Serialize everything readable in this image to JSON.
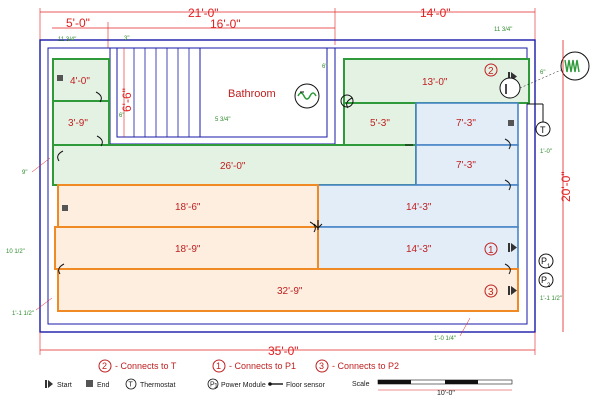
{
  "dimensions": {
    "top_5ft": "5'-0\"",
    "top_21ft": "21'-0\"",
    "top_16ft": "16'-0\"",
    "top_14ft": "14'-0\"",
    "stairs_6ft6": "6'-6\"",
    "right_20ft": "20'-0\"",
    "bottom_35ft": "35'-0\""
  },
  "small_dims": {
    "d_11_3_4_left": "11 3/4\"",
    "d_3": "3\"",
    "d_11_3_4_right": "11 3/4\"",
    "d_6_top": "6\"",
    "d_6_right": "6\"",
    "d_6_left": "6\"",
    "d_5_3_4": "5 3/4\"",
    "d_9": "9\"",
    "d_1_0_right": "1'-0\"",
    "d_10_1_2": "10 1/2\"",
    "d_1_1_2": "1'-1 1/2\"",
    "d_1_1_2_right": "1'-1 1/2\"",
    "d_1_0_1_4": "1'-0 1/4\""
  },
  "rooms": {
    "bathroom": "Bathroom"
  },
  "panels": {
    "p4_0": "4'-0\"",
    "p13_0": "13'-0\"",
    "p3_9": "3'-9\"",
    "p5_3": "5'-3\"",
    "p7_3a": "7'-3\"",
    "p26_0": "26'-0\"",
    "p7_3b": "7'-3\"",
    "p18_6": "18'-6\"",
    "p14_3a": "14'-3\"",
    "p18_9": "18'-9\"",
    "p14_3b": "14'-3\"",
    "p32_9": "32'-9\""
  },
  "circuit_numbers": {
    "c2": "2",
    "c1": "1",
    "c3": "3"
  },
  "symbols": {
    "thermostat": "T",
    "p1_letter": "P",
    "p1_sub": "1",
    "p2_letter": "P",
    "p2_sub": "2"
  },
  "legend": {
    "t_num": "2",
    "t_text": "- Connects to T",
    "p1_num": "1",
    "p1_text": "- Connects to P1",
    "p2_num": "3",
    "p2_text": "- Connects to P2",
    "start": "Start",
    "end": "End",
    "thermostat_sym": "T",
    "thermostat": "Thermostat",
    "power_sym": "P",
    "power_sub": "1",
    "power": "Power Module",
    "sensor": "Floor sensor",
    "scale": "Scale",
    "scale_len": "10'-0\""
  },
  "colors": {
    "wall": "#1a1aa8",
    "dim_red": "#e02020",
    "green_panel": "#2e9a3a",
    "green_fill": "#e4f2e4",
    "blue_panel": "#4a86c8",
    "blue_fill": "#e2edf8",
    "orange_panel": "#f08a24",
    "orange_fill": "#fdeee0"
  }
}
